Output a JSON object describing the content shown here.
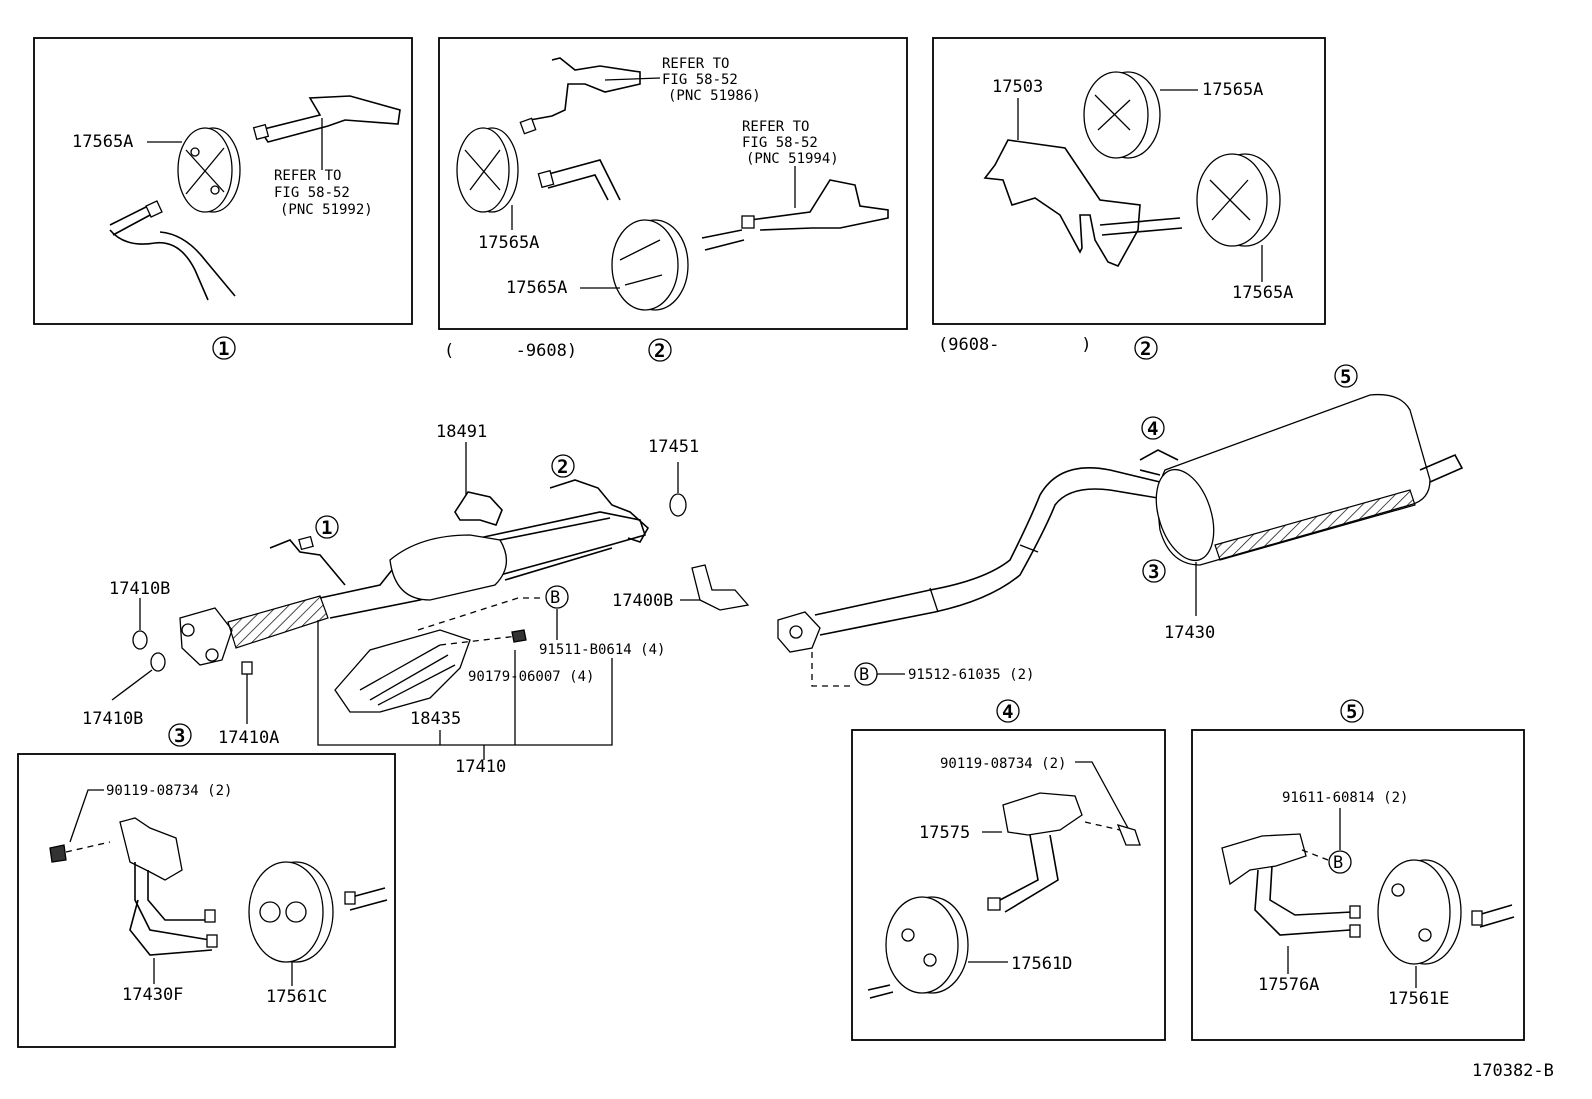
{
  "diagram_id": "170382-B",
  "insets": {
    "inset1": {
      "callout": "1",
      "part": "17565A",
      "ref": [
        "REFER TO",
        "FIG 58-52",
        "(PNC 51992)"
      ]
    },
    "inset2a": {
      "callout": "2",
      "range": "(      -9608)",
      "parts": [
        "17565A",
        "17565A"
      ],
      "ref_a": [
        "REFER TO",
        "FIG 58-52",
        "(PNC 51986)"
      ],
      "ref_b": [
        "REFER TO",
        "FIG 58-52",
        "(PNC 51994)"
      ]
    },
    "inset2b": {
      "callout": "2",
      "range": "(9608-        )",
      "parts": [
        "17503",
        "17565A",
        "17565A"
      ]
    },
    "inset3": {
      "callout": "3",
      "bolt": "90119-08734 (2)",
      "parts": [
        "17430F",
        "17561C"
      ]
    },
    "inset4": {
      "callout": "4",
      "bolt": "90119-08734 (2)",
      "parts": [
        "17575",
        "17561D"
      ]
    },
    "inset5": {
      "callout": "5",
      "bolt": "91611-60814 (2)",
      "bolt_ref": "B",
      "parts": [
        "17576A",
        "17561E"
      ]
    }
  },
  "main": {
    "labels": {
      "p18491": "18491",
      "p17451": "17451",
      "p17410B_top": "17410B",
      "p17410B_bottom": "17410B",
      "p17410A": "17410A",
      "p17400B": "17400B",
      "p91511": "91511-B0614 (4)",
      "p90179": "90179-06007 (4)",
      "p18435": "18435",
      "p17410": "17410",
      "p17430": "17430",
      "p91512": "91512-61035 (2)"
    },
    "callouts": {
      "c1": "1",
      "c2": "2",
      "c3_left": "3",
      "c3_right": "3",
      "c4": "4",
      "c5": "5",
      "b1": "B",
      "b2": "B"
    }
  }
}
